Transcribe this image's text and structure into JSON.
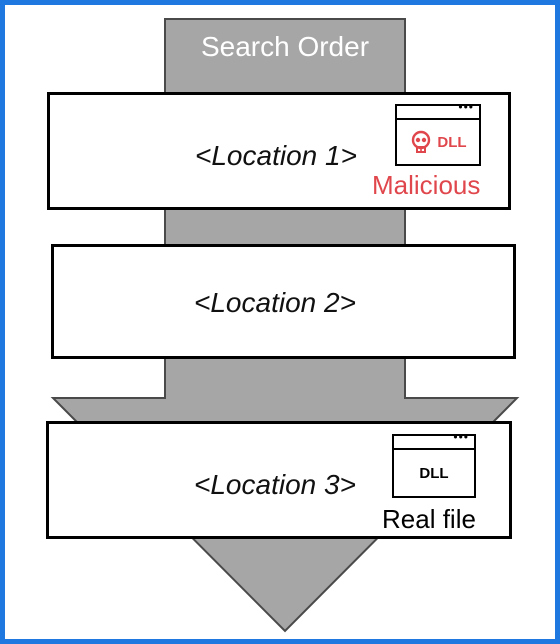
{
  "diagram": {
    "title": "Search Order",
    "locations": [
      {
        "label": "<Location 1>"
      },
      {
        "label": "<Location 2>"
      },
      {
        "label": "<Location 3>"
      }
    ],
    "malicious_dll": {
      "window_dots": "•••",
      "icon": "skull-icon",
      "label": "DLL",
      "caption": "Malicious",
      "color": "#e0474c"
    },
    "real_dll": {
      "window_dots": "•••",
      "label": "DLL",
      "caption": "Real file",
      "color": "#000000"
    },
    "arrow_color": "#a6a6a6"
  }
}
